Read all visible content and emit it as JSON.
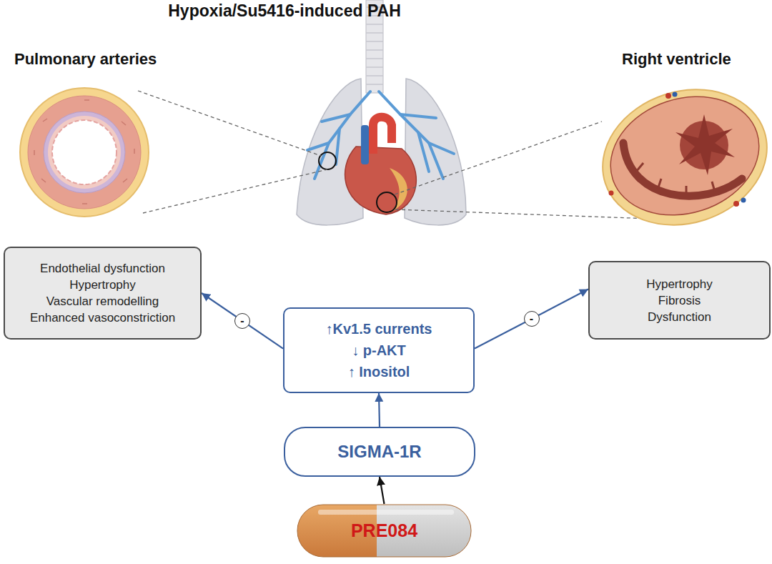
{
  "diagram": {
    "title": "Hypoxia/Su5416-induced PAH",
    "nodes": [
      {
        "text": [
          "Endothelial dysfunction",
          "Hypertrophy",
          "Vascular remodelling",
          "Enhanced vasoconstriction"
        ]
      },
      {
        "text": [
          "Hypertrophy",
          "Fibrosis",
          "Dysfunction"
        ]
      },
      {
        "text": [
          "↑Kv1.5 currents",
          "↓ p-AKT",
          "↑ Inositol"
        ]
      },
      {
        "text": [
          "SIGMA-1R"
        ]
      },
      {
        "text": [
          "PRE084"
        ]
      }
    ],
    "edges": [
      {
        "from": 4,
        "to": 3,
        "arrow": "to"
      },
      {
        "from": 3,
        "to": 2,
        "arrow": "to"
      },
      {
        "from": 2,
        "to": 0,
        "label": "-",
        "arrow": "to"
      },
      {
        "from": 2,
        "to": 1,
        "label": "-",
        "arrow": "to"
      }
    ],
    "labels": [
      "Pulmonary arteries",
      "Right ventricle"
    ]
  }
}
